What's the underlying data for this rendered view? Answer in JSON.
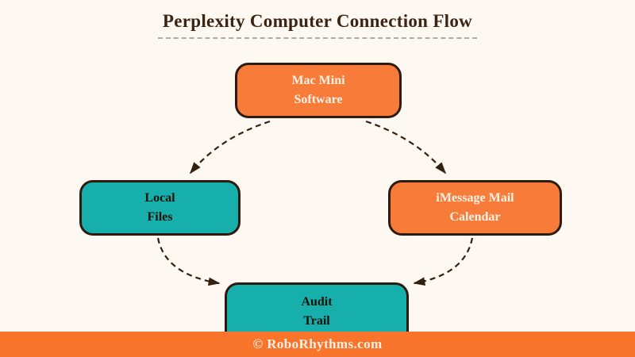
{
  "title": "Perplexity Computer Connection Flow",
  "diagram": {
    "nodes": {
      "mac_mini": {
        "line1": "Mac Mini",
        "line2": "Software",
        "variant": "orange"
      },
      "local_files": {
        "line1": "Local",
        "line2": "Files",
        "variant": "teal"
      },
      "imessage": {
        "line1": "iMessage Mail",
        "line2": "Calendar",
        "variant": "orange"
      },
      "audit": {
        "line1": "Audit",
        "line2": "Trail",
        "variant": "teal"
      }
    },
    "connections": [
      {
        "from": "mac_mini",
        "to": "local_files",
        "style": "dashed-arrow"
      },
      {
        "from": "mac_mini",
        "to": "imessage",
        "style": "dashed-arrow"
      },
      {
        "from": "local_files",
        "to": "audit",
        "style": "dashed-arrow"
      },
      {
        "from": "imessage",
        "to": "audit",
        "style": "dashed-arrow"
      }
    ]
  },
  "footer": {
    "credit": "© RoboRhythms.com"
  },
  "colors": {
    "bg": "#FDF8F2",
    "orange": "#F87C39",
    "teal": "#16AFAC",
    "node-border": "#2E1B0E",
    "arrow": "#33200F",
    "footer-bar": "#F9752B",
    "title-text": "#3B2412",
    "text-on-orange": "#FCF1E4",
    "text-on-teal": "#1D1207",
    "underline": "#ABABAB"
  }
}
